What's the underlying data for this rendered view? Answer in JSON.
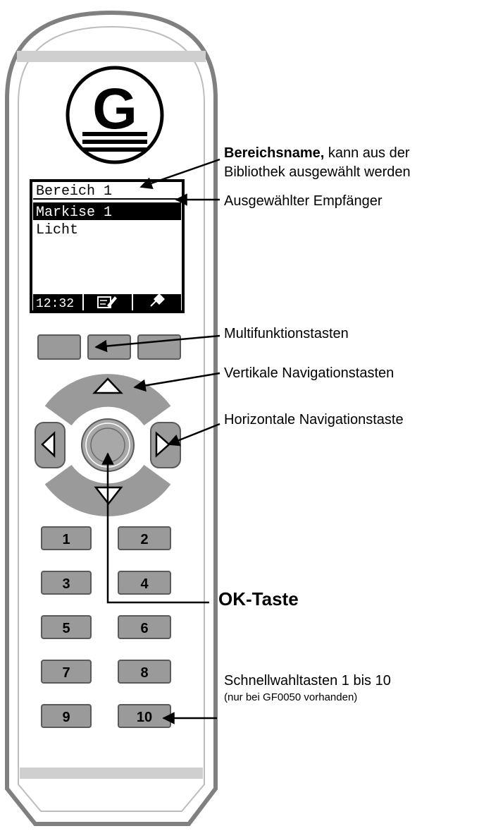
{
  "device": {
    "logo_letter": "G",
    "display": {
      "header": "Bereich 1",
      "selected_item": "Markise 1",
      "item_2": "Licht",
      "clock": "12:32"
    },
    "keys": [
      "1",
      "2",
      "3",
      "4",
      "5",
      "6",
      "7",
      "8",
      "9",
      "10"
    ]
  },
  "annotations": {
    "area_name_bold": "Bereichsname,",
    "area_name_rest": " kann aus der",
    "area_name_line2": "Bibliothek ausgewählt werden",
    "selected_receiver": "Ausgewählter Empfänger",
    "multifunction": "Multifunktionstasten",
    "vertical_nav": "Vertikale Navigationstasten",
    "horizontal_nav": "Horizontale Navigationstaste",
    "ok_key": "OK-Taste",
    "speed_dial": "Schnellwahltasten 1 bis 10",
    "speed_dial_note": "(nur bei GF0050 vorhanden)"
  },
  "colors": {
    "body_outline": "#777777",
    "button_fill": "#9a9a9a",
    "button_stroke": "#5a5a5a",
    "lcd_fill": "#000000"
  }
}
